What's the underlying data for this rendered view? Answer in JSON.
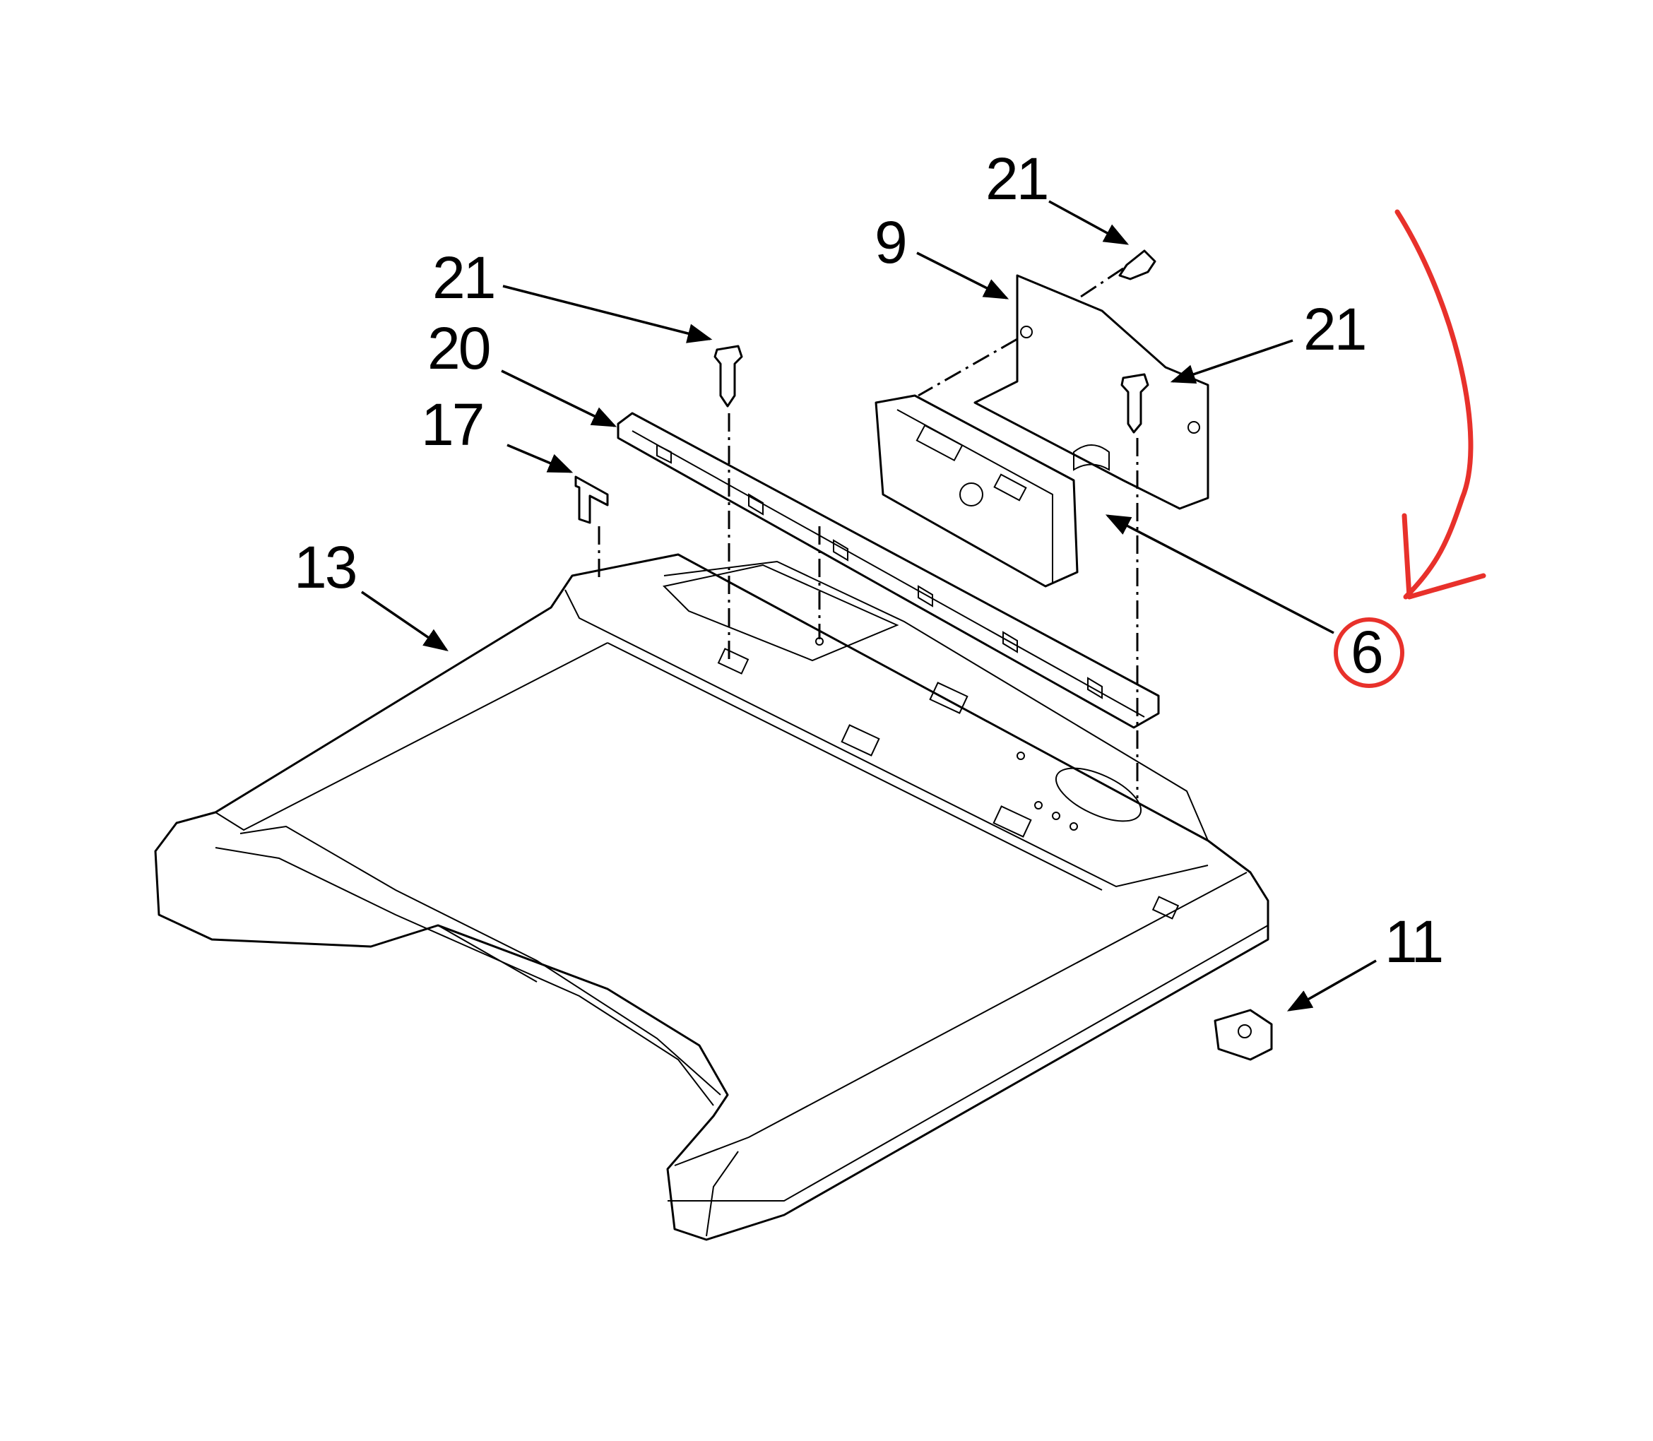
{
  "diagram": {
    "callouts": [
      {
        "id": "c21_top",
        "label": "21"
      },
      {
        "id": "c9",
        "label": "9"
      },
      {
        "id": "c21_left",
        "label": "21"
      },
      {
        "id": "c20",
        "label": "20"
      },
      {
        "id": "c21_right",
        "label": "21"
      },
      {
        "id": "c17",
        "label": "17"
      },
      {
        "id": "c13",
        "label": "13"
      },
      {
        "id": "c6",
        "label": "6"
      },
      {
        "id": "c11",
        "label": "11"
      }
    ],
    "highlight": {
      "label": "6",
      "color": "#e8312b"
    }
  }
}
